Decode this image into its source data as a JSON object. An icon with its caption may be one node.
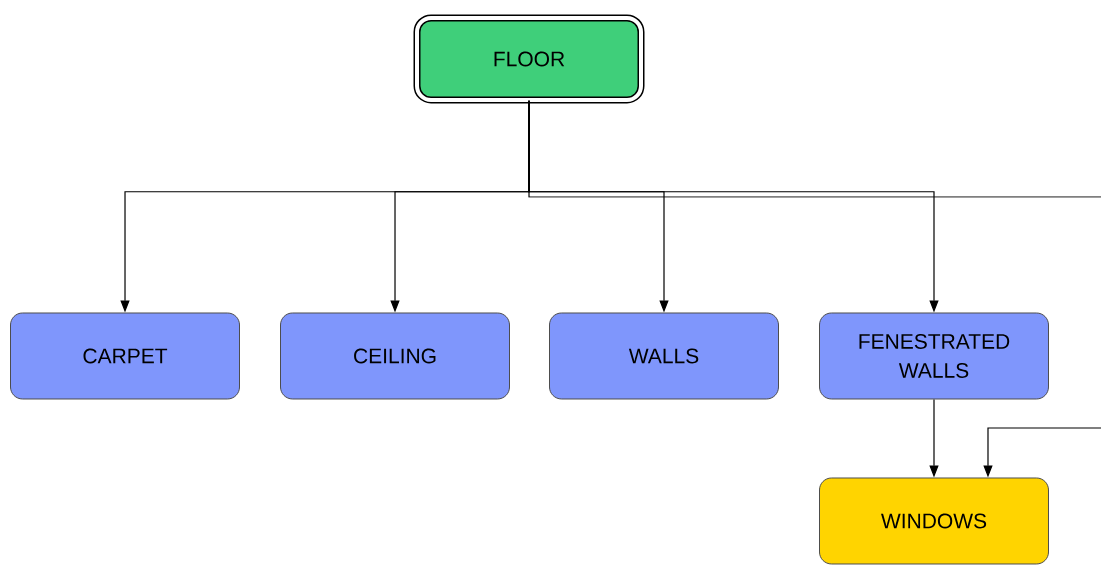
{
  "diagram": {
    "nodes": [
      {
        "text": [
          "FLOOR"
        ]
      },
      {
        "text": [
          "CARPET"
        ]
      },
      {
        "text": [
          "CEILING"
        ]
      },
      {
        "text": [
          "WALLS"
        ]
      },
      {
        "text": [
          "FENESTRATED WALLS"
        ]
      },
      {
        "text": [
          "WINDOWS"
        ]
      }
    ],
    "edges": [
      {
        "from": 0,
        "to": 1,
        "arrow": "to"
      },
      {
        "from": 0,
        "to": 2,
        "arrow": "to"
      },
      {
        "from": 0,
        "to": 3,
        "arrow": "to"
      },
      {
        "from": 0,
        "to": 4,
        "arrow": "to"
      },
      {
        "from": 0,
        "to": null,
        "arrow": "none"
      },
      {
        "from": 4,
        "to": 5,
        "arrow": "to"
      },
      {
        "from": null,
        "to": 5,
        "arrow": "to"
      }
    ]
  }
}
